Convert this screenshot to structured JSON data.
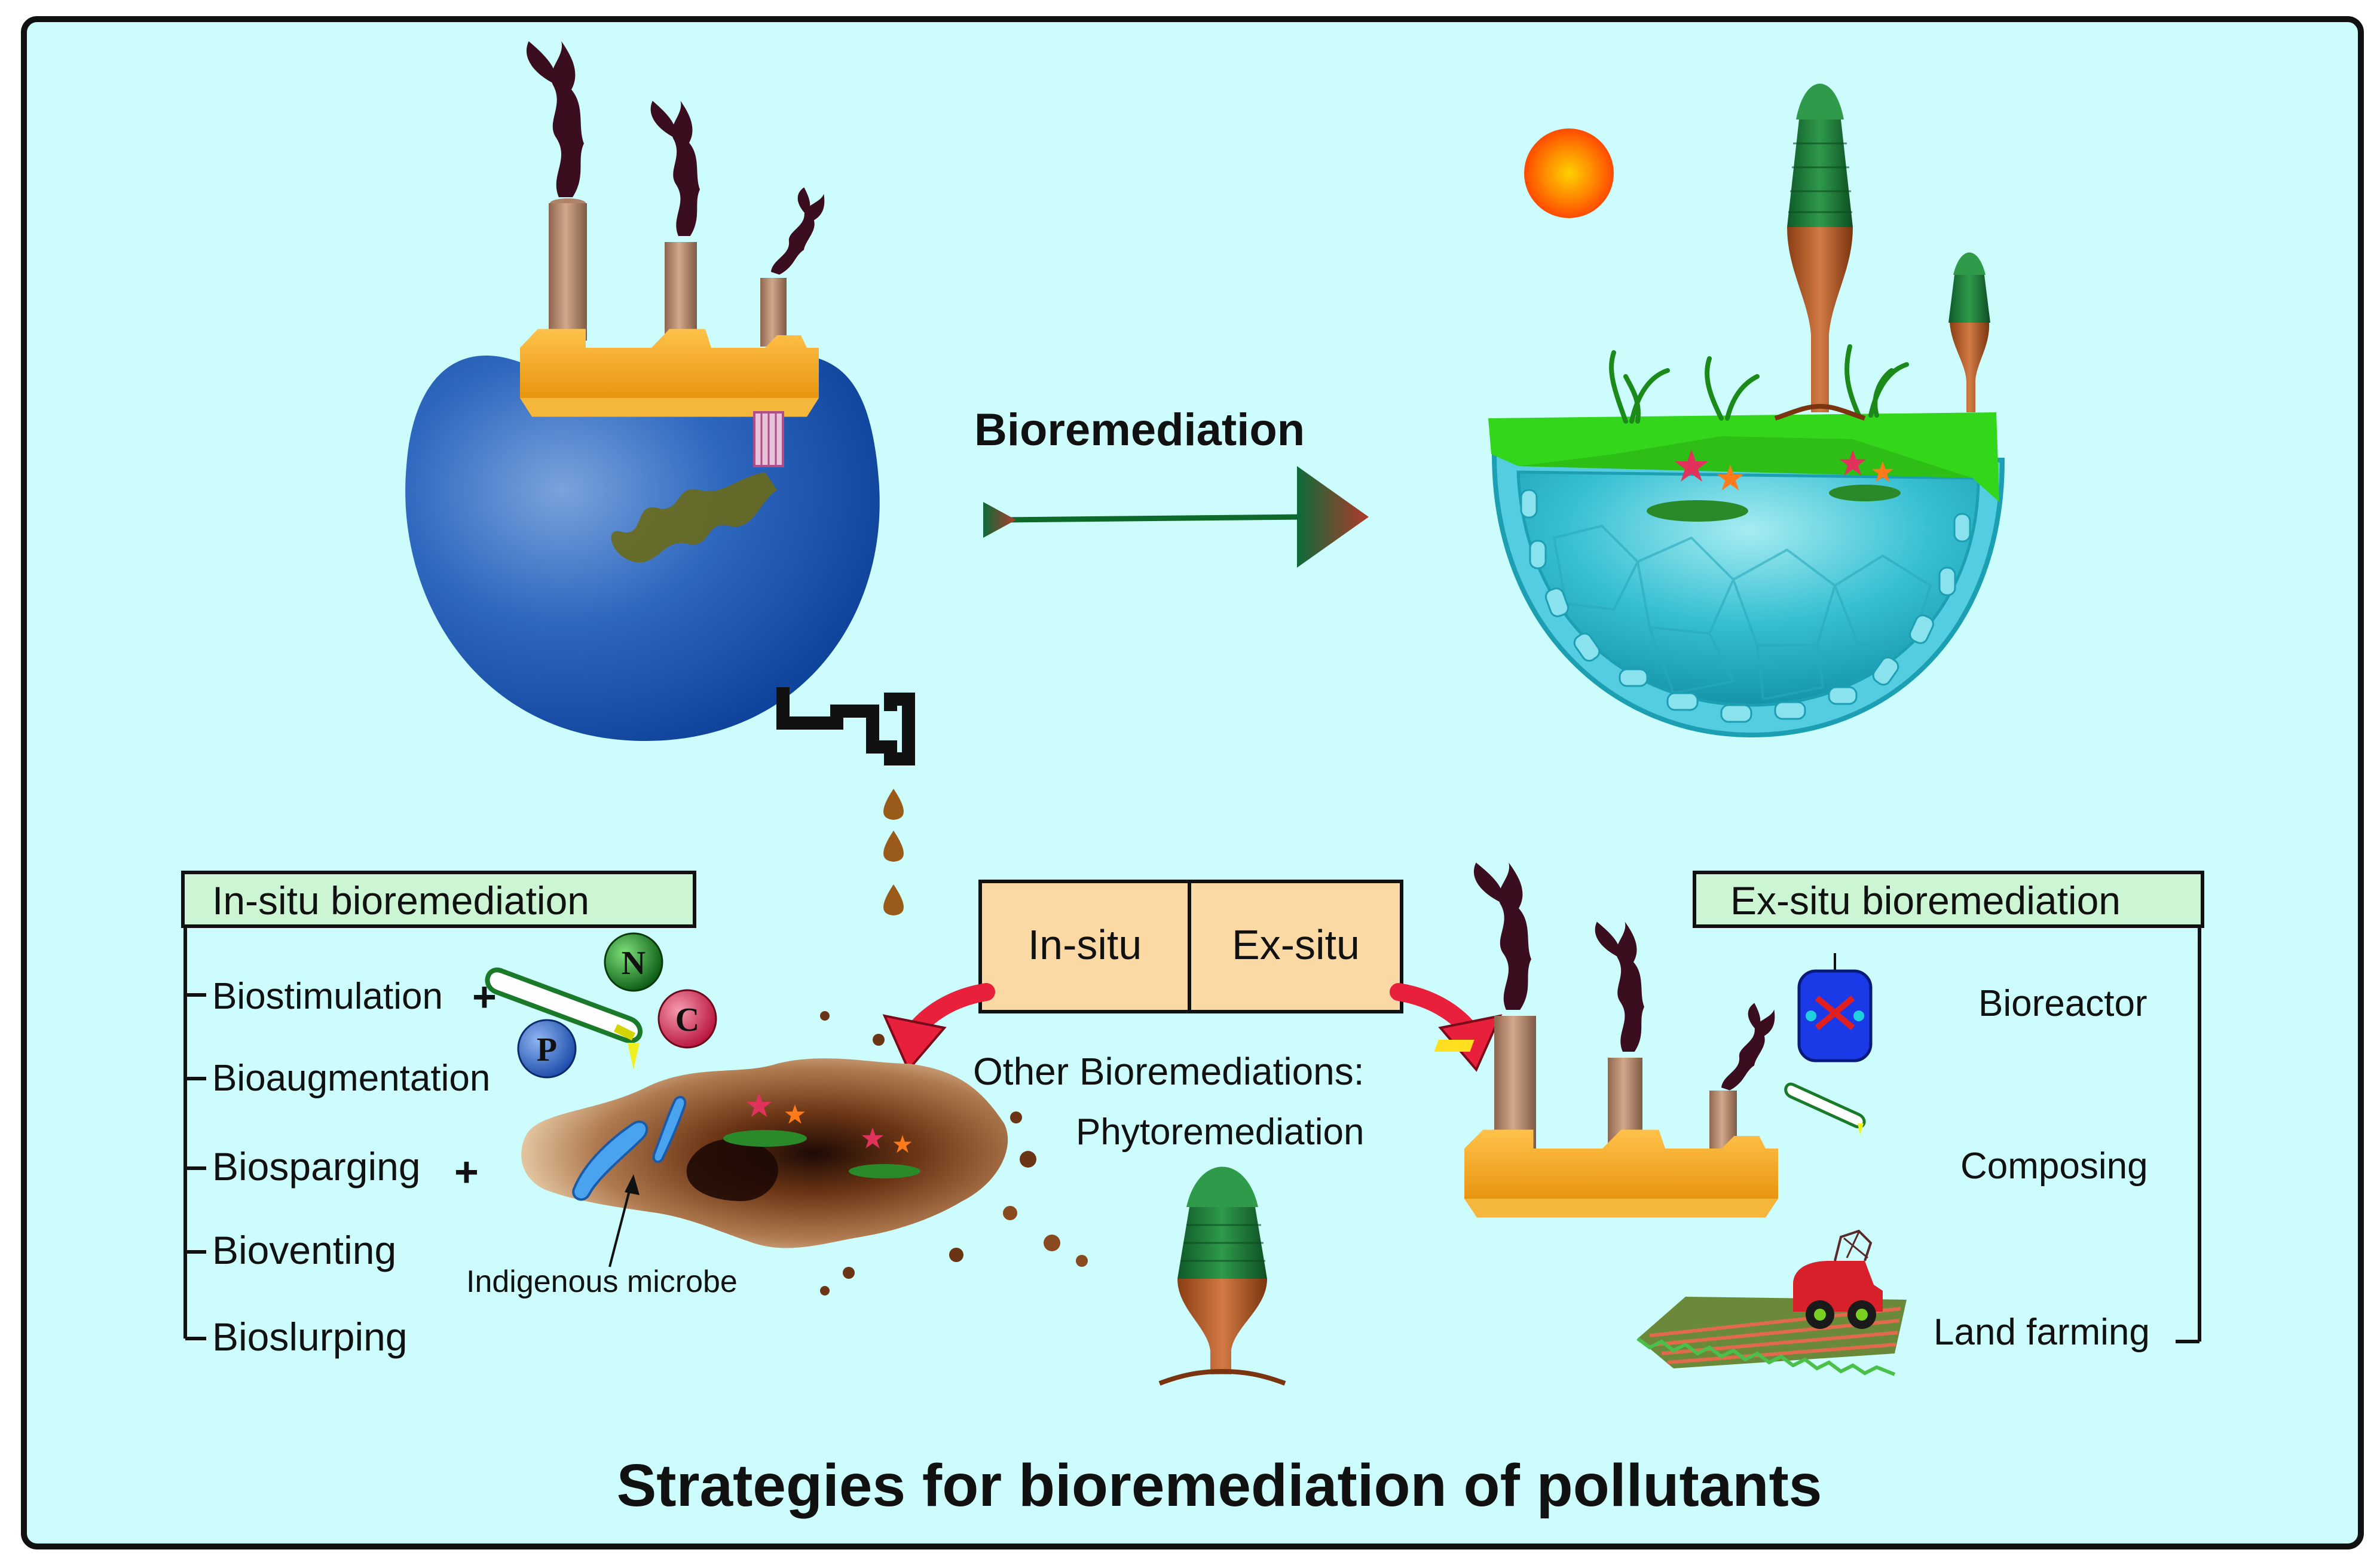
{
  "main_arrow_label": "Bioremediation",
  "split_box": {
    "left": "In-situ",
    "right": "Ex-situ"
  },
  "other": {
    "heading": "Other Bioremediations:",
    "item": "Phytoremediation"
  },
  "insitu": {
    "heading": "In-situ bioremediation",
    "items": [
      "Biostimulation",
      "Bioaugmentation",
      "Biosparging",
      "Bioventing",
      "Bioslurping"
    ],
    "plus": "+",
    "nutrients": [
      "N",
      "P",
      "C"
    ],
    "microbe_label": "Indigenous microbe"
  },
  "exsitu": {
    "heading": "Ex-situ bioremediation",
    "items": [
      "Bioreactor",
      "Composing",
      "Land farming"
    ]
  },
  "footer_title": "Strategies for bioremediation of pollutants",
  "colors": {
    "background": "#ccfdfc",
    "heading_box": "#ccf5d3",
    "split_box": "#fbd9a5",
    "polluted_earth": "#1048a8",
    "factory": "#f8a726",
    "chimney": "#c49370",
    "smoke": "#3a0d1f",
    "grass": "#33d61a",
    "water": "#2eb6c9",
    "curve_arrow": "#e8203c",
    "sun": "#ff5a00"
  }
}
